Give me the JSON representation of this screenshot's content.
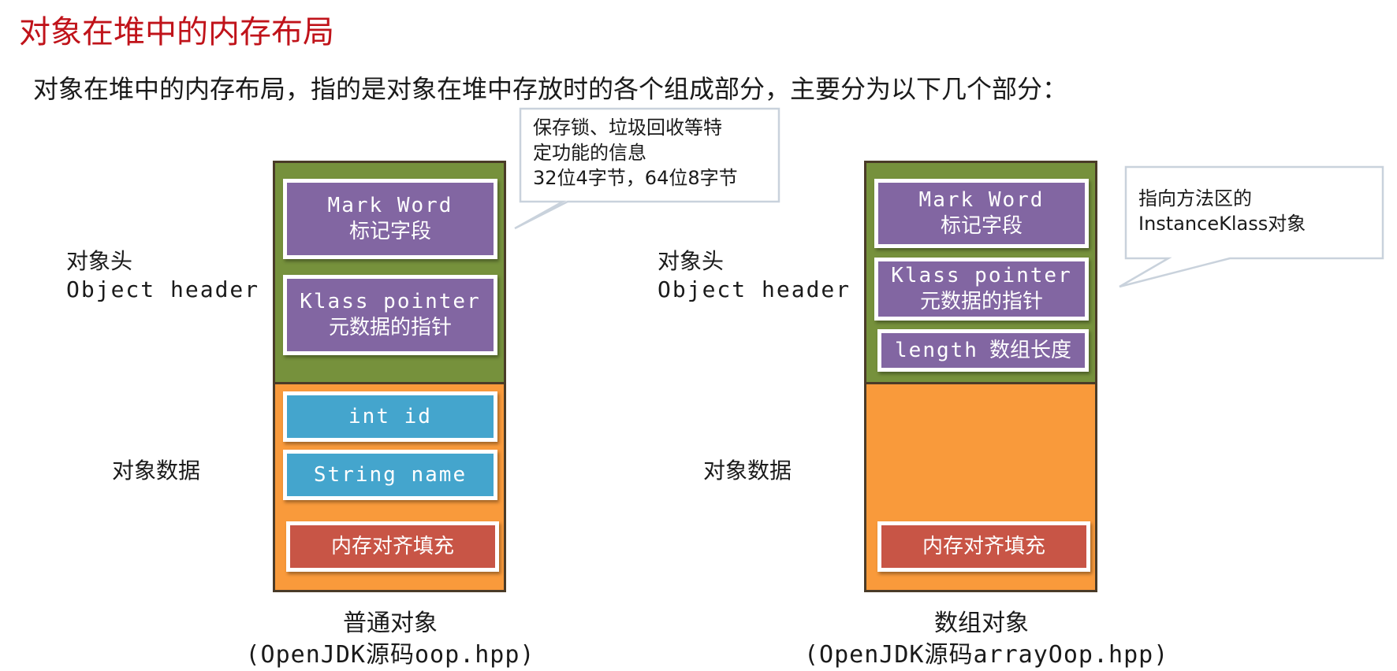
{
  "title": "对象在堆中的内存布局",
  "subtitle": "对象在堆中的内存布局，指的是对象在堆中存放时的各个组成部分，主要分为以下几个部分：",
  "labels": {
    "object_header_cn": "对象头",
    "object_header_en": "Object header",
    "object_data": "对象数据"
  },
  "normal_object": {
    "mark_word_en": "Mark Word",
    "mark_word_cn": "标记字段",
    "klass_pointer_en": "Klass pointer",
    "klass_pointer_cn": "元数据的指针",
    "field_int": "int id",
    "field_string": "String name",
    "padding": "内存对齐填充",
    "caption_line1": "普通对象",
    "caption_line2": "(OpenJDK源码oop.hpp)"
  },
  "array_object": {
    "mark_word_en": "Mark Word",
    "mark_word_cn": "标记字段",
    "klass_pointer_en": "Klass pointer",
    "klass_pointer_cn": "元数据的指针",
    "length_en": "length",
    "length_cn": "数组长度",
    "padding": "内存对齐填充",
    "caption_line1": "数组对象",
    "caption_line2": "(OpenJDK源码arrayOop.hpp)"
  },
  "callouts": {
    "mark_word_note": [
      "保存锁、垃圾回收等特",
      "定功能的信息",
      "32位4字节，64位8字节"
    ],
    "klass_note": [
      "指向方法区的",
      "InstanceKlass对象"
    ]
  },
  "colors": {
    "title": "#c0131a",
    "header_area": "#76913c",
    "data_area": "#f99a3b",
    "purple_block": "#8266a2",
    "blue_block": "#44a5cd",
    "red_block": "#c85546"
  }
}
